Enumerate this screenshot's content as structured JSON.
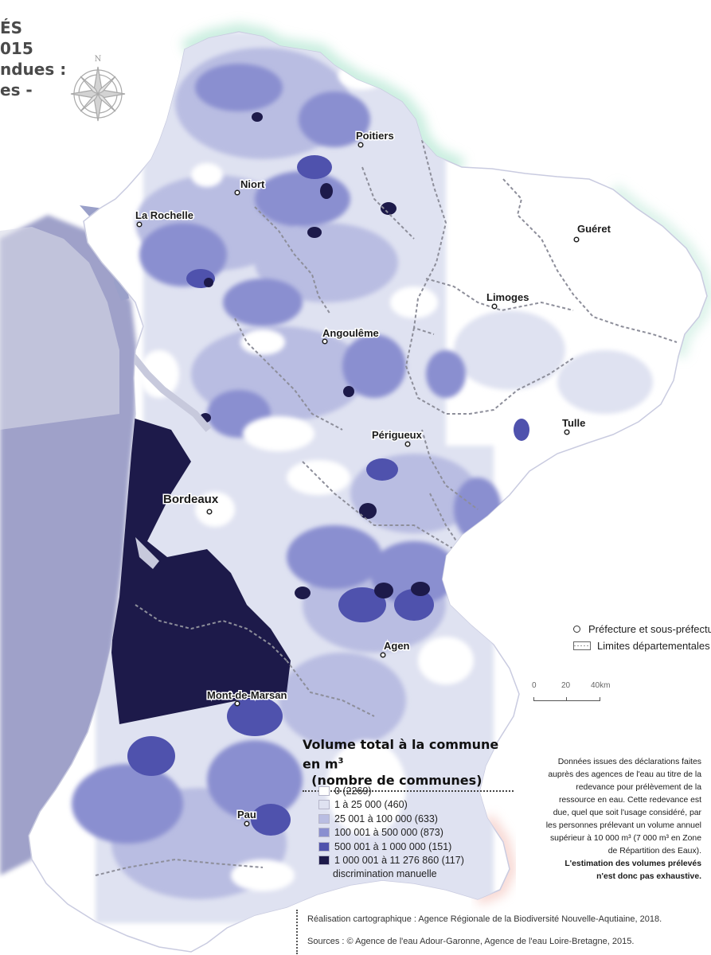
{
  "title_lines": [
    "ÉS",
    "015",
    "ndues :",
    "es -"
  ],
  "compass_label": "N",
  "cities": [
    "Poitiers",
    "Niort",
    "La Rochelle",
    "Guéret",
    "Limoges",
    "Angoulême",
    "Périgueux",
    "Tulle",
    "Bordeaux",
    "Agen",
    "Mont-de-Marsan",
    "Pau"
  ],
  "legend": {
    "title_line1": "Volume total à la commune",
    "title_line2": "en m",
    "title_sup": "3",
    "title_tail": "  (nombre de communes)",
    "classes": [
      {
        "label": "0 (2269)",
        "color": "#ffffff"
      },
      {
        "label": "1 à 25 000 (460)",
        "color": "#dfe2f1"
      },
      {
        "label": "25 001 à 100 000 (633)",
        "color": "#b9bde2"
      },
      {
        "label": "100 001 à 500 000 (873)",
        "color": "#8a8fd0"
      },
      {
        "label": "500 001 à 1 000 000 (151)",
        "color": "#4f52ad"
      },
      {
        "label": "1 000 001 à 11 276 860 (117)",
        "color": "#1d1a4a"
      }
    ],
    "manual_note": "discrimination manuelle"
  },
  "symbols": {
    "prefecture": "Préfecture et sous-préfectures",
    "departments": "Limites départementales"
  },
  "scale": {
    "labels": [
      "0",
      "20",
      "40km"
    ]
  },
  "note": {
    "text": "Données issues des déclarations faites auprès des agences de l'eau au titre de la redevance pour prélèvement de la ressource en eau. Cette redevance est due, quel que soit l'usage considéré, par les personnes prélevant un volume annuel supérieur à 10 000 m³ (7 000 m³ en Zone de Répartition des Eaux).",
    "bold": "L'estimation des volumes prélevés n'est donc pas exhaustive."
  },
  "credits": [
    "Réalisation cartographique : Agence Régionale de la Biodiversité Nouvelle-Aqutiaine, 2018.",
    "Sources : © Agence de l'eau Adour-Garonne, Agence de l'eau Loire-Bretagne, 2015."
  ]
}
